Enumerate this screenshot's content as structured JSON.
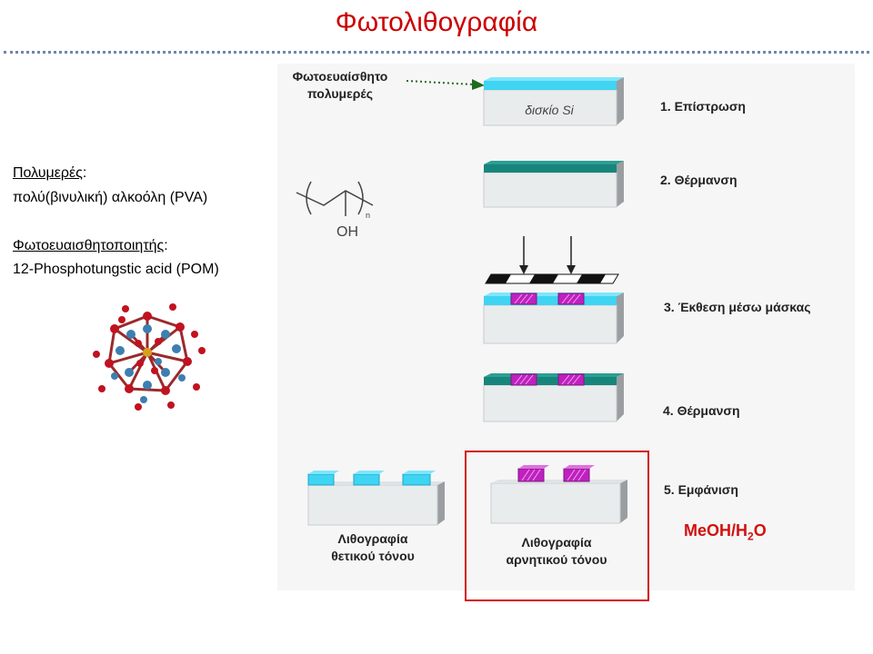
{
  "title": "Φωτολιθογραφία",
  "left_text": {
    "polymer_heading": "Πολυμερές",
    "polymer_colon": ":",
    "polymer_name": "πολύ(βινυλική) αλκοόλη (PVA)",
    "sensitizer_heading": "Φωτοευαισθητοποιητής",
    "sensitizer_colon": ":",
    "sensitizer_name": "12-Phosphotungstic acid (POM)"
  },
  "pva_structure": {
    "subscript_n": "n",
    "oh_group": "OH"
  },
  "photosensitive_polymer_label_line1": "Φωτοευαίσθητο",
  "photosensitive_polymer_label_line2": "πολυμερές",
  "wafer_label": "δισκίο Si",
  "steps": [
    {
      "label": "1. Επίστρωση"
    },
    {
      "label": "2. Θέρμανση"
    },
    {
      "label": "3. Έκθεση μέσω μάσκας"
    },
    {
      "label": "4. Θέρμανση"
    },
    {
      "label": "5. Εμφάνιση"
    }
  ],
  "positive_tone_line1": "Λιθογραφία",
  "positive_tone_line2": "θετικού τόνου",
  "negative_tone_line1": "Λιθογραφία",
  "negative_tone_line2": "αρνητικού τόνου",
  "developer": {
    "main": "MeOH/H",
    "sub": "2",
    "tail": "O"
  },
  "colors": {
    "title": "#cc0000",
    "resist_cyan": "#3fd4f2",
    "resist_teal": "#17857b",
    "exposed_magenta": "#c020c0",
    "wafer": "#e9eced",
    "highlight_red": "#d31010",
    "divider": "#6e86ad"
  }
}
